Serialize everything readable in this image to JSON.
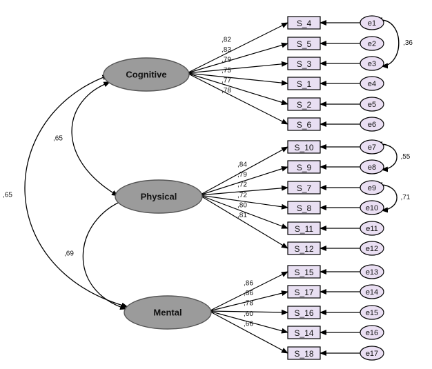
{
  "latents": [
    {
      "id": "cog",
      "label": "Cognitive"
    },
    {
      "id": "phy",
      "label": "Physical"
    },
    {
      "id": "men",
      "label": "Mental"
    }
  ],
  "observed": [
    {
      "id": "S_4",
      "label": "S_4",
      "error": "e1",
      "factor": "cog",
      "loading": ",82"
    },
    {
      "id": "S_5",
      "label": "S_5",
      "error": "e2",
      "factor": "cog",
      "loading": ",83"
    },
    {
      "id": "S_3",
      "label": "S_3",
      "error": "e3",
      "factor": "cog",
      "loading": ",79"
    },
    {
      "id": "S_1",
      "label": "S_1",
      "error": "e4",
      "factor": "cog",
      "loading": ",75"
    },
    {
      "id": "S_2",
      "label": "S_2",
      "error": "e5",
      "factor": "cog",
      "loading": ",77"
    },
    {
      "id": "S_6",
      "label": "S_6",
      "error": "e6",
      "factor": "cog",
      "loading": ",78"
    },
    {
      "id": "S_10",
      "label": "S_10",
      "error": "e7",
      "factor": "phy",
      "loading": ",84"
    },
    {
      "id": "S_9",
      "label": "S_9",
      "error": "e8",
      "factor": "phy",
      "loading": ",79"
    },
    {
      "id": "S_7",
      "label": "S_7",
      "error": "e9",
      "factor": "phy",
      "loading": ",72"
    },
    {
      "id": "S_8",
      "label": "S_8",
      "error": "e10",
      "factor": "phy",
      "loading": ",72"
    },
    {
      "id": "S_11",
      "label": "S_11",
      "error": "e11",
      "factor": "phy",
      "loading": ",80"
    },
    {
      "id": "S_12",
      "label": "S_12",
      "error": "e12",
      "factor": "phy",
      "loading": ",81"
    },
    {
      "id": "S_15",
      "label": "S_15",
      "error": "e13",
      "factor": "men",
      "loading": ",86"
    },
    {
      "id": "S_17",
      "label": "S_17",
      "error": "e14",
      "factor": "men",
      "loading": ",86"
    },
    {
      "id": "S_16",
      "label": "S_16",
      "error": "e15",
      "factor": "men",
      "loading": ",78"
    },
    {
      "id": "S_14",
      "label": "S_14",
      "error": "e16",
      "factor": "men",
      "loading": ",60"
    },
    {
      "id": "S_18",
      "label": "S_18",
      "error": "e17",
      "factor": "men",
      "loading": ",66"
    }
  ],
  "factor_correlations": [
    {
      "from": "cog",
      "to": "phy",
      "value": ",65"
    },
    {
      "from": "cog",
      "to": "men",
      "value": ",65"
    },
    {
      "from": "phy",
      "to": "men",
      "value": ",69"
    }
  ],
  "error_covariances": [
    {
      "from": "e1",
      "to": "e3",
      "value": ",36"
    },
    {
      "from": "e7",
      "to": "e8",
      "value": ",55"
    },
    {
      "from": "e9",
      "to": "e10",
      "value": ",71"
    }
  ],
  "colors": {
    "latent_fill": "#9b9b9b",
    "observed_fill": "#e8dff2",
    "error_fill": "#eadff3",
    "stroke": "#000000"
  }
}
